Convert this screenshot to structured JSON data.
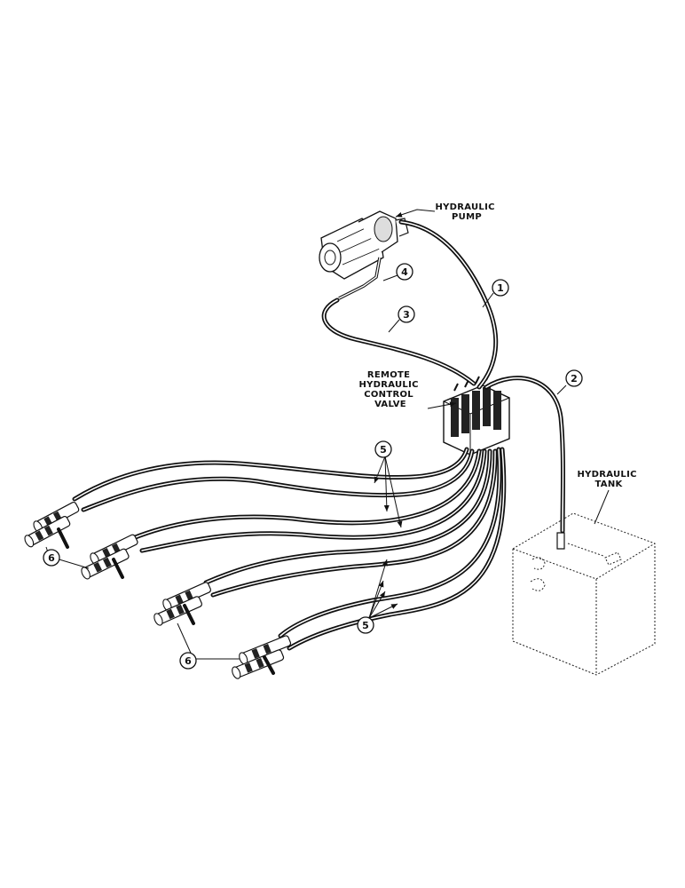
{
  "labels": {
    "pump": [
      "HYDRAULIC",
      "PUMP"
    ],
    "valve": [
      "REMOTE",
      "HYDRAULIC",
      "CONTROL",
      "VALVE"
    ],
    "tank": [
      "HYDRAULIC",
      "TANK"
    ]
  },
  "callouts": {
    "c1": "1",
    "c2": "2",
    "c3": "3",
    "c4": "4",
    "c5a": "5",
    "c5b": "5",
    "c6a": "6",
    "c6b": "6"
  }
}
